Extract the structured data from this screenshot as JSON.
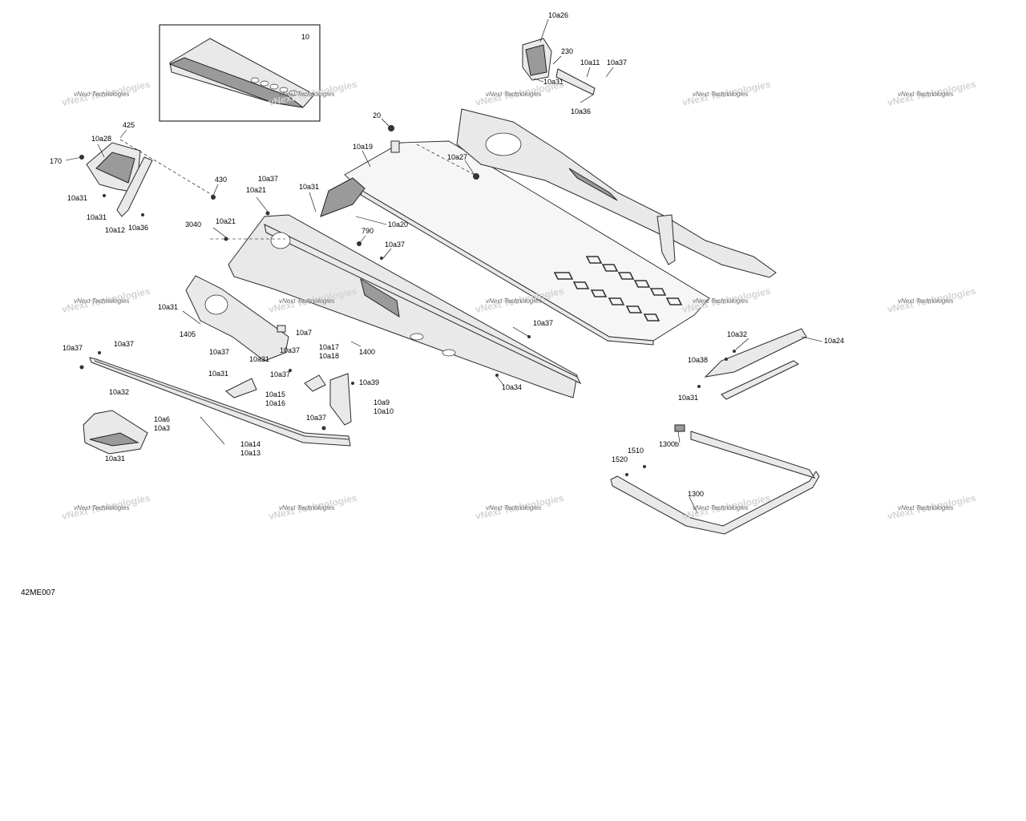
{
  "diagram_code": "42ME007",
  "watermark_text": "vNext Technologies",
  "inset_label": "10",
  "callouts": [
    "10a26",
    "230",
    "10a11",
    "10a37",
    "10a31",
    "10a36",
    "20",
    "10a19",
    "10a27",
    "425",
    "10a28",
    "170",
    "10a31",
    "10a31",
    "10a12",
    "10a36",
    "430",
    "10a37",
    "10a21",
    "10a31",
    "10a20",
    "3040",
    "10a21",
    "790",
    "10a37",
    "10a31",
    "1405",
    "10a37",
    "10a31",
    "10a7",
    "10a37",
    "1400",
    "10a37",
    "10a17",
    "10a18",
    "10a37",
    "10a39",
    "10a31",
    "10a15",
    "10a16",
    "10a37",
    "10a37",
    "10a32",
    "10a6",
    "10a3",
    "10a31",
    "10a37",
    "10a9",
    "10a10",
    "10a14",
    "10a13",
    "10a37",
    "10a34",
    "10a32",
    "10a24",
    "10a38",
    "10a31",
    "1300b",
    "1510",
    "1520",
    "1300"
  ],
  "colors": {
    "line": "#2a2a2a",
    "fill": "#e9e9e9",
    "dark": "#9a9a9a",
    "watermark": "#6b6b6b"
  }
}
